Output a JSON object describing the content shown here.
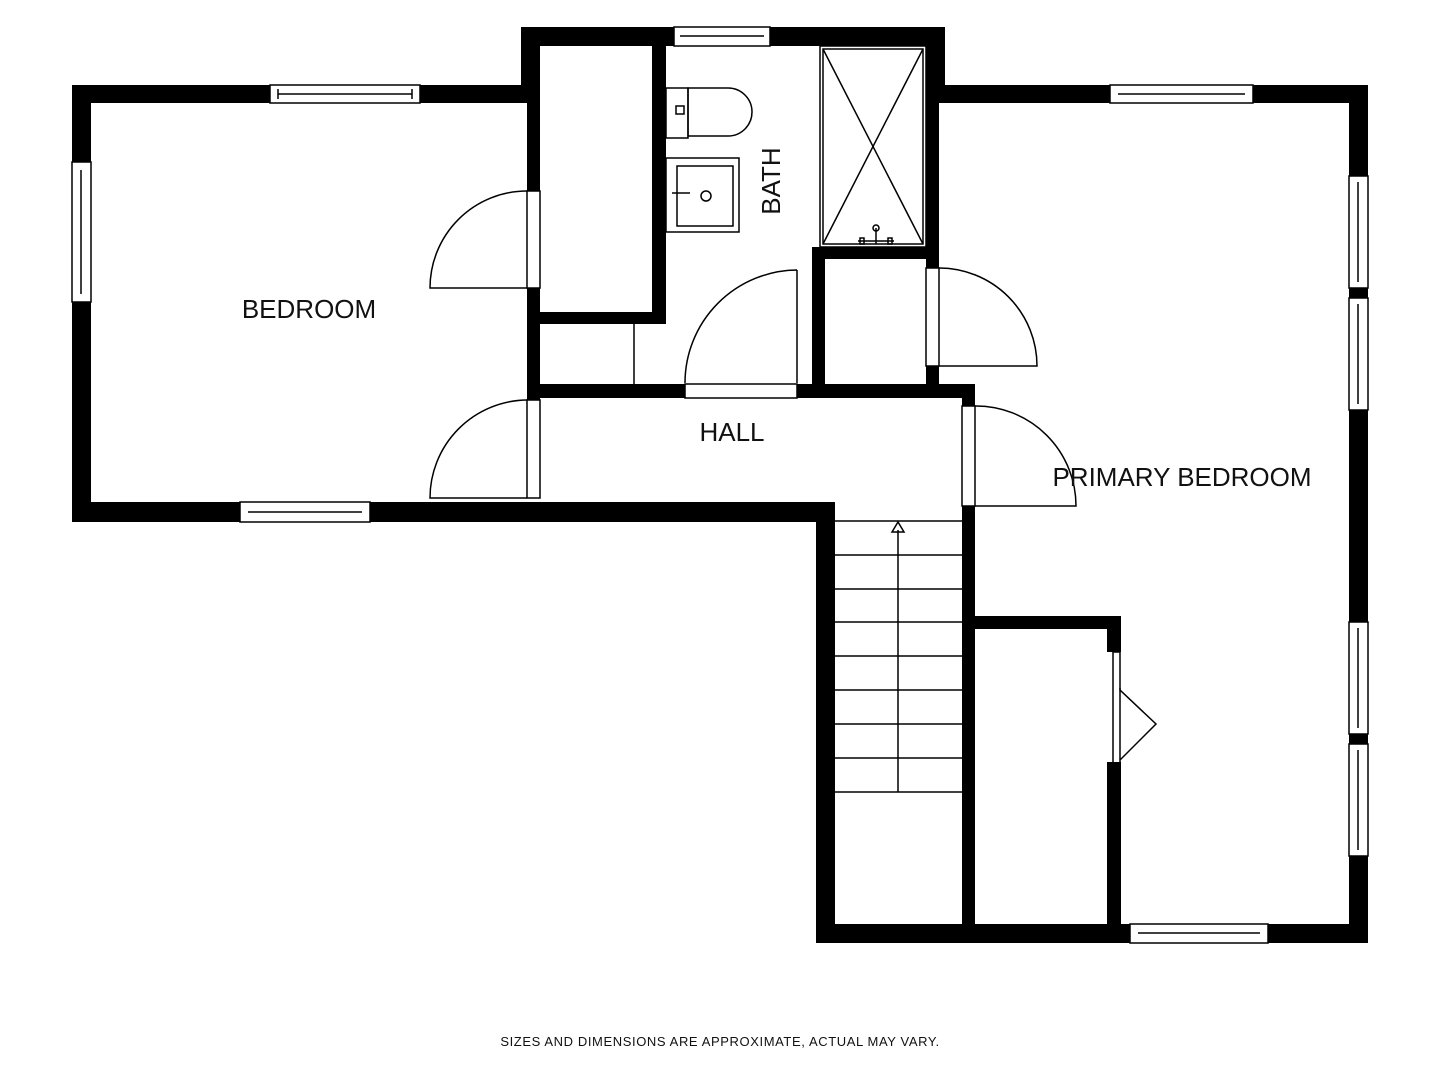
{
  "rooms": {
    "bedroom": "BEDROOM",
    "bath": "BATH",
    "hall": "HALL",
    "primary_bedroom": "PRIMARY BEDROOM"
  },
  "disclaimer": "SIZES AND DIMENSIONS ARE APPROXIMATE, ACTUAL MAY VARY.",
  "colors": {
    "wall": "#000000",
    "background": "#ffffff"
  }
}
